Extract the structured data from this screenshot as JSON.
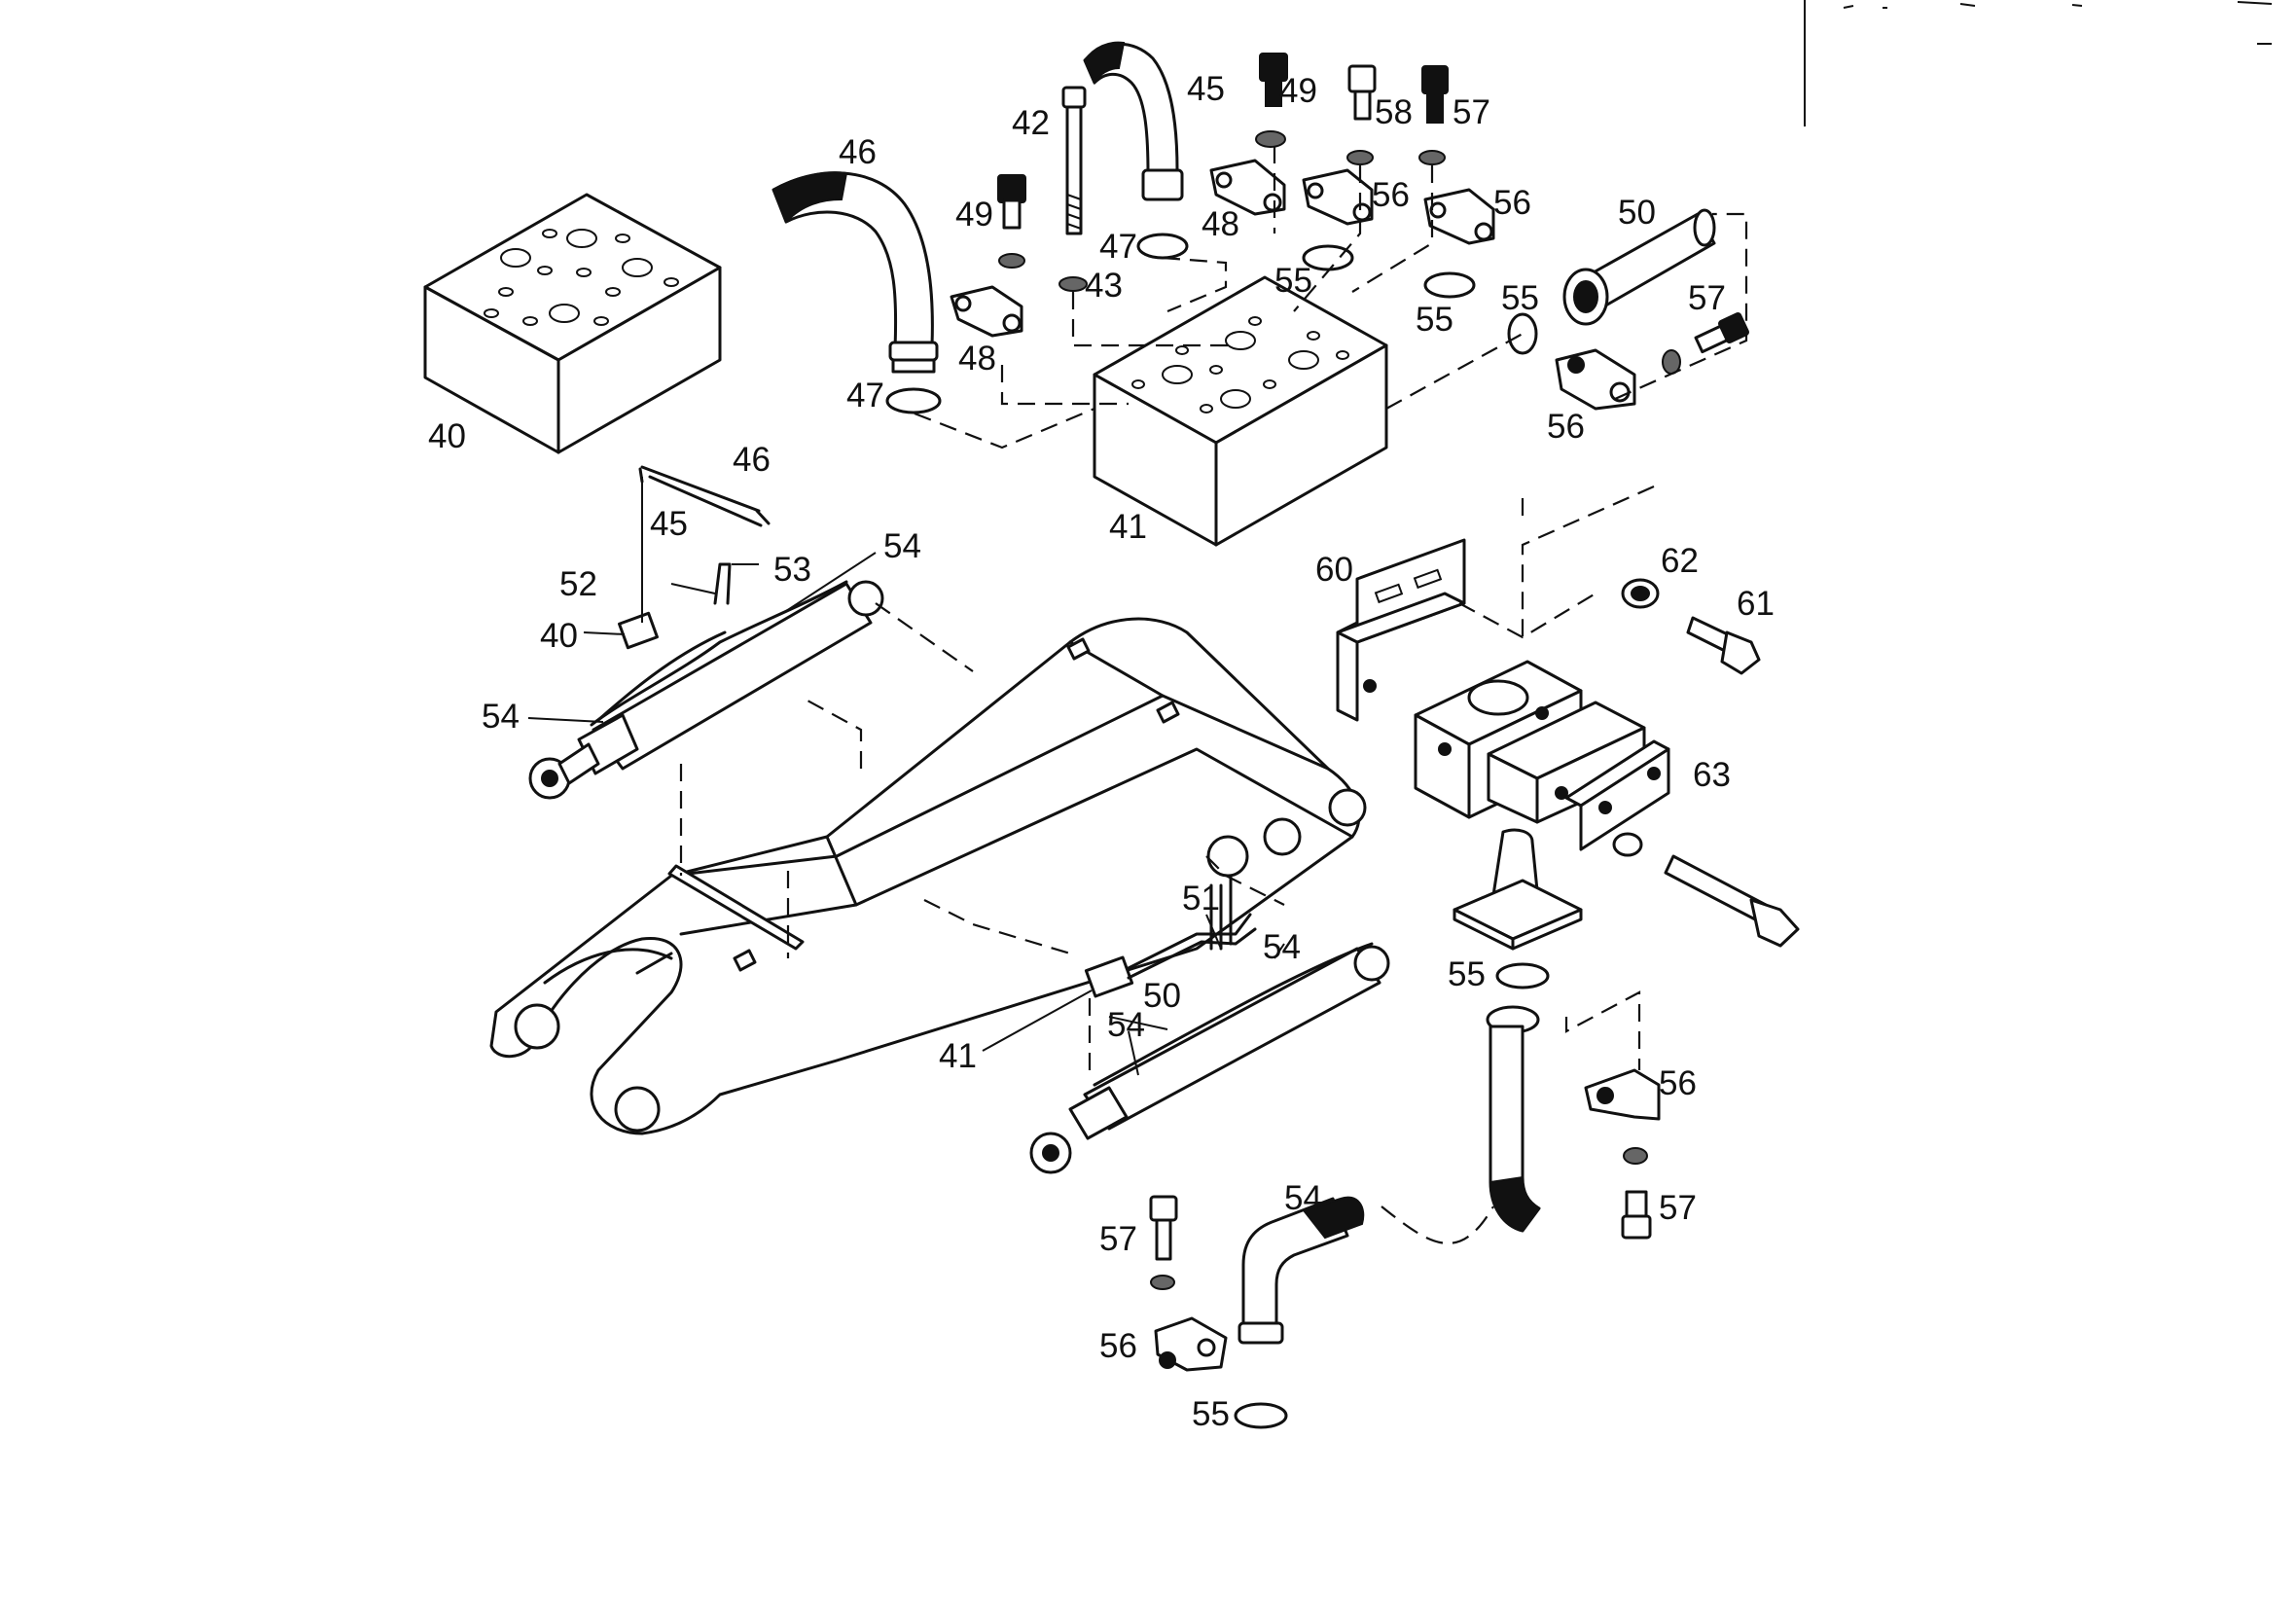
{
  "callouts": {
    "c40a": "40",
    "c41a": "41",
    "c42": "42",
    "c43": "43",
    "c45a": "45",
    "c46a": "46",
    "c47a": "47",
    "c47b": "47",
    "c48a": "48",
    "c48b": "48",
    "c49a": "49",
    "c49b": "49",
    "c50a": "50",
    "c55a": "55",
    "c55b": "55",
    "c55c": "55",
    "c56a": "56",
    "c56b": "56",
    "c56c": "56",
    "c57a": "57",
    "c57b": "57",
    "c58": "58",
    "c60": "60",
    "c61": "61",
    "c62": "62",
    "c63": "63",
    "c46b": "46",
    "c45b": "45",
    "c52": "52",
    "c53": "53",
    "c40b": "40",
    "c54a": "54",
    "c54b": "54",
    "c51": "51",
    "c54c": "54",
    "c50b": "50",
    "c41b": "41",
    "c54d": "54",
    "c55d": "55",
    "c56d": "56",
    "c57c": "57",
    "c54e": "54",
    "c57d": "57",
    "c56e": "56",
    "c55e": "55"
  }
}
